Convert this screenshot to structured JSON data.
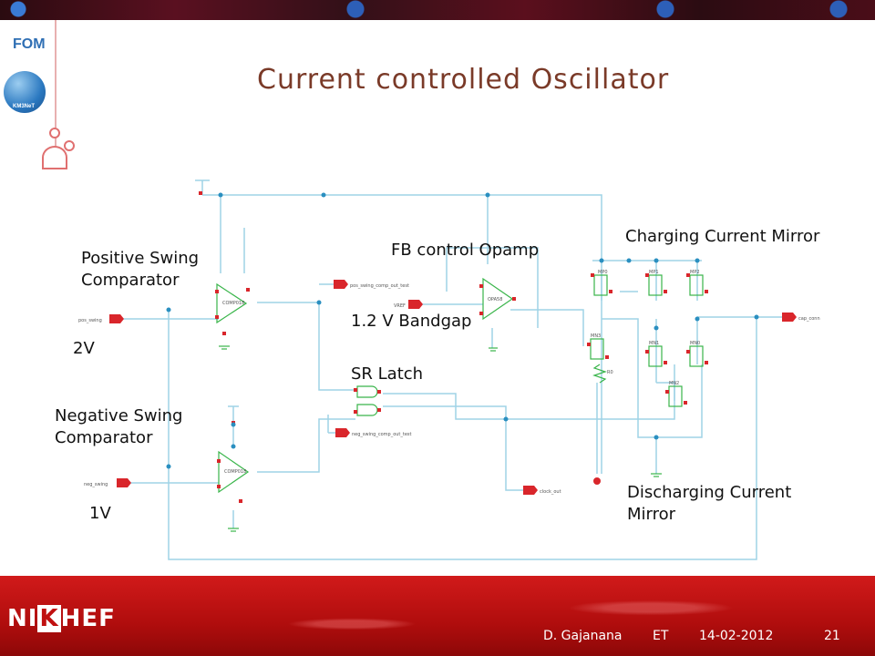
{
  "slide": {
    "title": "Current controlled Oscillator",
    "logos": {
      "fom": "FOM",
      "km3net": "KM3NeT",
      "nikhef_left": "NI",
      "nikhef_k": "K",
      "nikhef_right": "HEF"
    }
  },
  "labels": {
    "positive_swing": [
      "Positive Swing",
      "Comparator"
    ],
    "negative_swing": [
      "Negative Swing",
      "Comparator"
    ],
    "fb_control": "FB control Opamp",
    "charging": "Charging Current Mirror",
    "discharging": [
      "Discharging Current",
      "Mirror"
    ],
    "bandgap": "1.2 V Bandgap",
    "sr_latch": "SR Latch",
    "v2": "2V",
    "v1": "1V"
  },
  "schematic_pins": {
    "pos_swing": "pos_swing",
    "neg_swing": "neg_swing",
    "vref": "VREF",
    "pos_out": "pos_swing_comp_out_test",
    "neg_out": "neg_swing_comp_out_test",
    "clock_out": "clock_out",
    "cap_conn": "cap_conn",
    "comp_pos": "COMP018",
    "comp_neg": "COMP018",
    "opamp": "OPA58",
    "mp0": "MP0",
    "mp1": "MP1",
    "mp2": "MP2",
    "mn0": "MN0",
    "mn1": "MN1",
    "mn2": "MN2",
    "mn3": "MN3",
    "r0": "R0"
  },
  "footer": {
    "author": "D. Gajanana",
    "group": "ET",
    "date": "14-02-2012",
    "page": "21"
  },
  "colors": {
    "wire": "#9fd3e6",
    "component": "#39b54a",
    "pin": "#d9262b",
    "title": "#7a3a28",
    "footer_bg": "#c01010"
  }
}
